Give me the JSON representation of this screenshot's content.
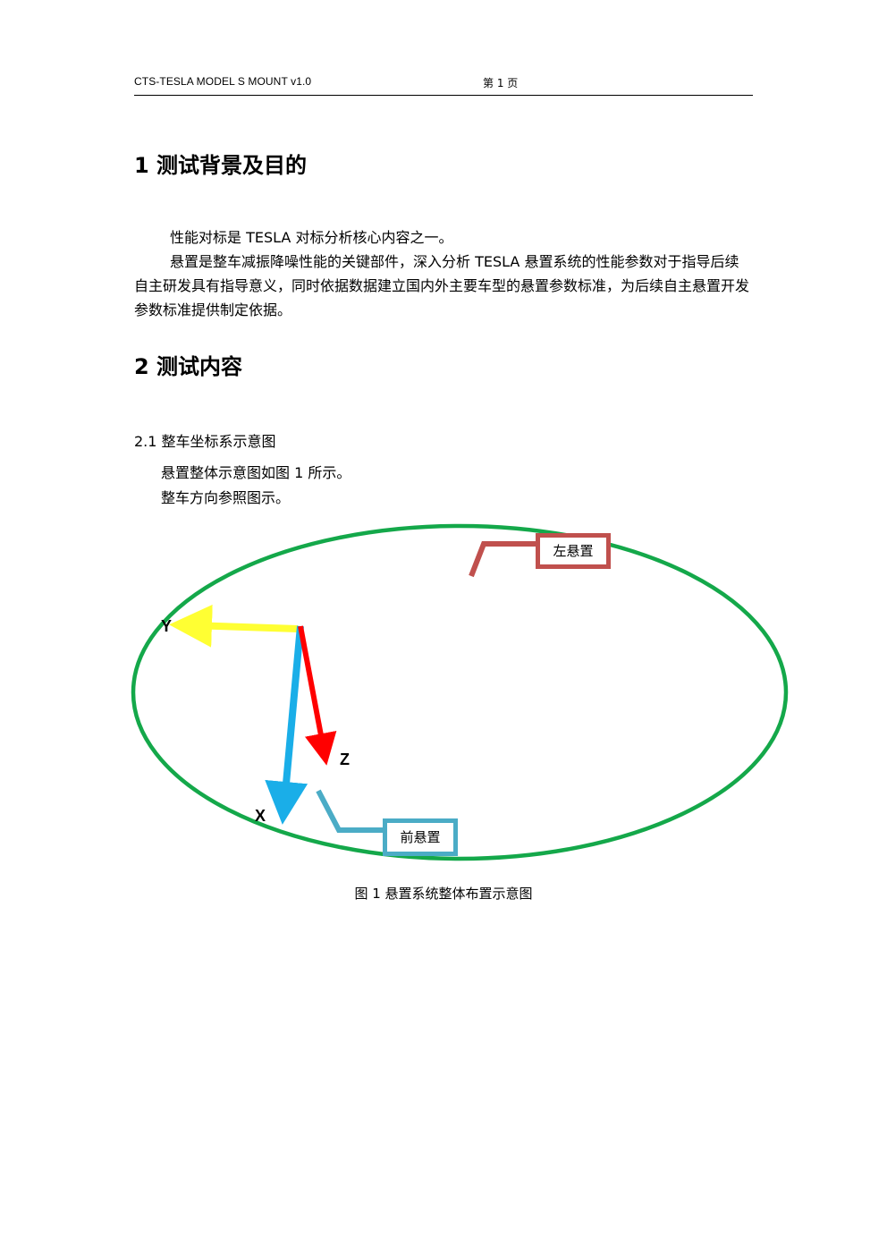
{
  "header": {
    "doc_code": "CTS-TESLA MODEL S MOUNT  v1.0",
    "page_label": "第 1 页"
  },
  "section1": {
    "title": "1 测试背景及目的",
    "paragraph1": "性能对标是 TESLA 对标分析核心内容之一。",
    "paragraph2": "悬置是整车减振降噪性能的关键部件，深入分析 TESLA 悬置系统的性能参数对于指导后续自主研发具有指导意义，同时依据数据建立国内外主要车型的悬置参数标准，为后续自主悬置开发参数标准提供制定依据。"
  },
  "section2": {
    "title": "2 测试内容",
    "sub1": "2.1  整车坐标系示意图",
    "line1": "悬置整体示意图如图 1 所示。",
    "line2": "整车方向参照图示。"
  },
  "figure": {
    "axis_x": "X",
    "axis_y": "Y",
    "axis_z": "Z",
    "left_mount": "左悬置",
    "front_mount": "前悬置",
    "caption": "图 1  悬置系统整体布置示意图",
    "colors": {
      "ellipse": "#14a84a",
      "x_axis": "#1aaee8",
      "y_axis": "#ffff33",
      "z_axis": "#ff0000",
      "left_mount": "#c0504d",
      "front_mount": "#4bacc6"
    }
  }
}
